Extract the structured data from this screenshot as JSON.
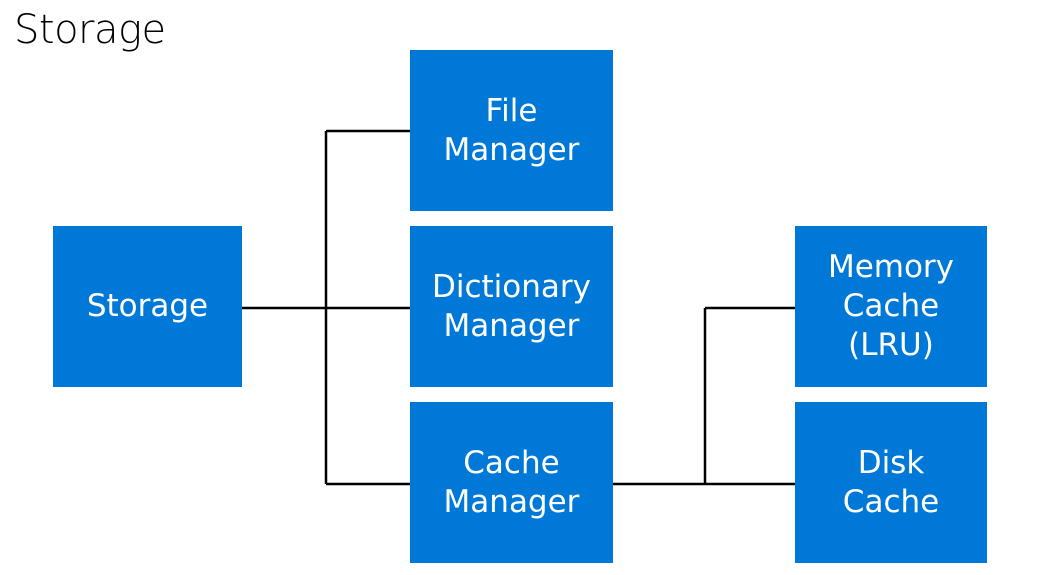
{
  "title": "Storage",
  "colors": {
    "node_fill": "#0078d7",
    "node_text": "#ffffff",
    "connector": "#000000"
  },
  "nodes": {
    "storage": "Storage",
    "file_manager": "File\nManager",
    "dictionary_manager": "Dictionary\nManager",
    "cache_manager": "Cache\nManager",
    "memory_cache": "Memory\nCache\n(LRU)",
    "disk_cache": "Disk\nCache"
  }
}
